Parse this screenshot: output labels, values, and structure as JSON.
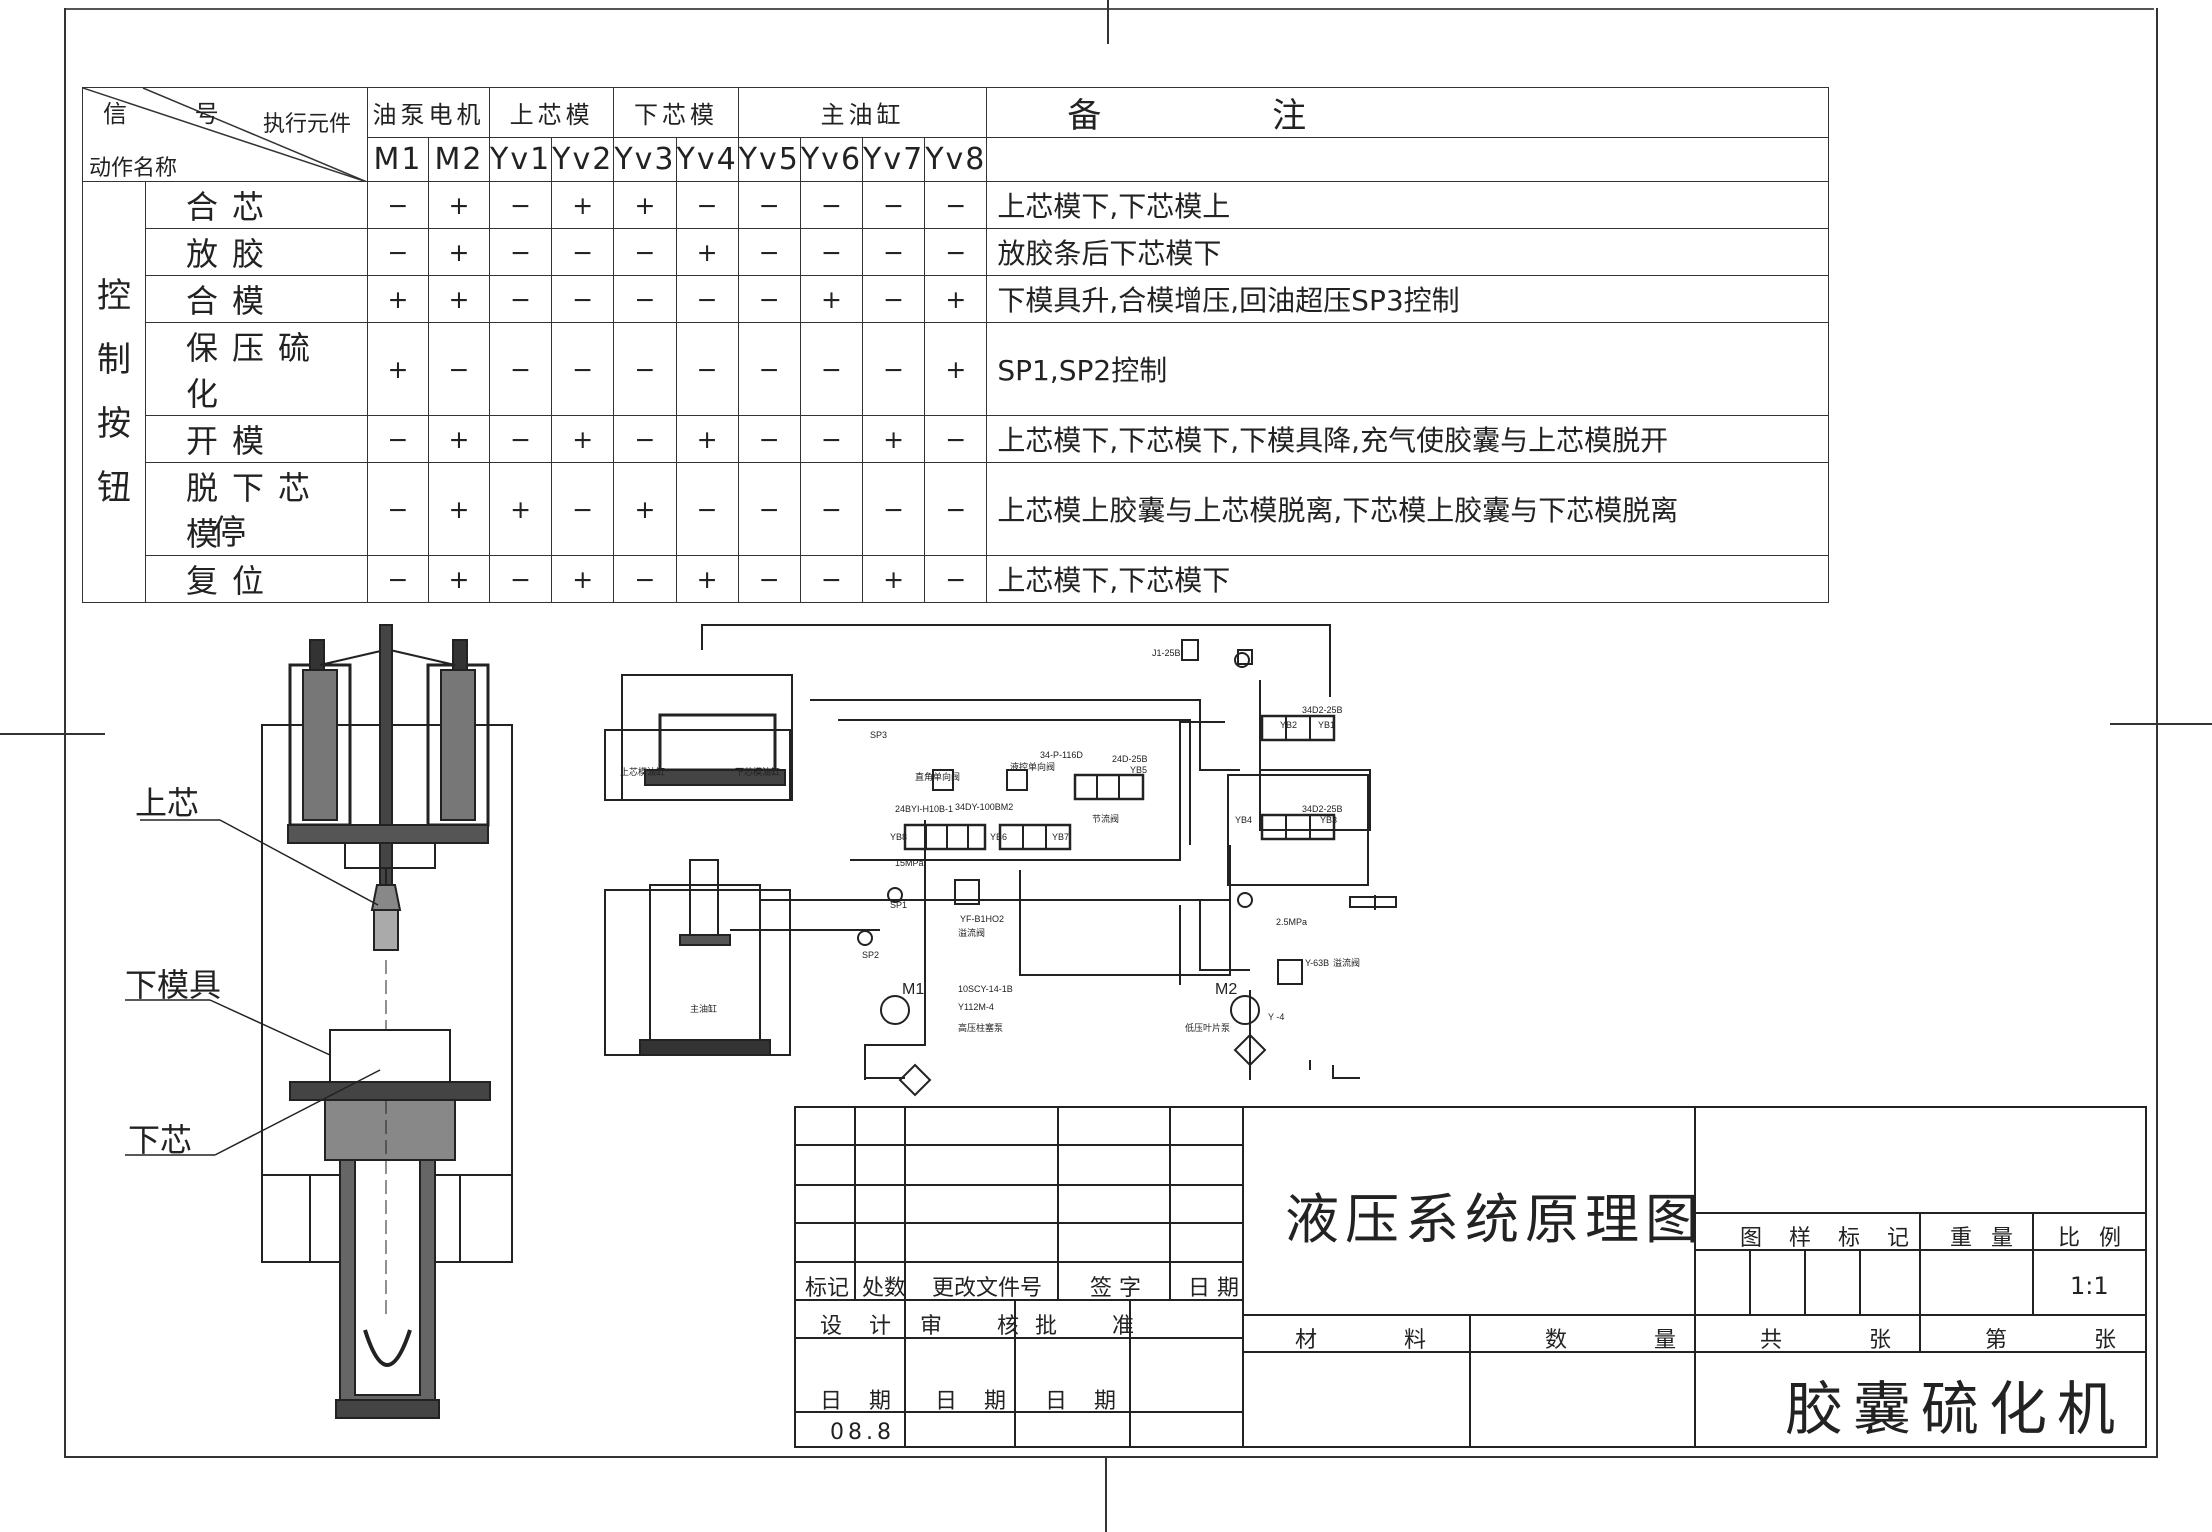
{
  "table": {
    "corner": {
      "signal": "信 号",
      "actuator": "执行元件",
      "action": "动作名称"
    },
    "groups": [
      "油泵电机",
      "上芯模",
      "下芯模",
      "主油缸"
    ],
    "remark_header": "备 注",
    "codes": [
      "M1",
      "M2",
      "Yv1",
      "Yv2",
      "Yv3",
      "Yv4",
      "Yv5",
      "Yv6",
      "Yv7",
      "Yv8"
    ],
    "control_group": "控制按钮",
    "rows": [
      {
        "name": "合芯",
        "cells": [
          "−",
          "+",
          "−",
          "+",
          "+",
          "−",
          "−",
          "−",
          "−",
          "−"
        ],
        "note": "上芯模下,下芯模上"
      },
      {
        "name": "放胶",
        "cells": [
          "−",
          "+",
          "−",
          "−",
          "−",
          "+",
          "−",
          "−",
          "−",
          "−"
        ],
        "note": "放胶条后下芯模下"
      },
      {
        "name": "合模",
        "cells": [
          "+",
          "+",
          "−",
          "−",
          "−",
          "−",
          "−",
          "+",
          "−",
          "+"
        ],
        "note": "下模具升,合模增压,回油超压SP3控制"
      },
      {
        "name": "保压硫化",
        "cells": [
          "+",
          "−",
          "−",
          "−",
          "−",
          "−",
          "−",
          "−",
          "−",
          "+"
        ],
        "note": "SP1,SP2控制"
      },
      {
        "name": "开模",
        "cells": [
          "−",
          "+",
          "−",
          "+",
          "−",
          "+",
          "−",
          "−",
          "+",
          "−"
        ],
        "note": "上芯模下,下芯模下,下模具降,充气使胶囊与上芯模脱开"
      },
      {
        "name": "脱下芯模",
        "cells": [
          "−",
          "+",
          "+",
          "−",
          "+",
          "−",
          "−",
          "−",
          "−",
          "−"
        ],
        "note": "上芯模上胶囊与上芯模脱离,下芯模上胶囊与下芯模脱离"
      },
      {
        "name": "复位",
        "cells": [
          "−",
          "+",
          "−",
          "+",
          "−",
          "+",
          "−",
          "−",
          "+",
          "−"
        ],
        "note": "上芯模下,下芯模下"
      }
    ],
    "stop": "停"
  },
  "machine_labels": {
    "upper_core": "上芯",
    "lower_mold": "下模具",
    "lower_core": "下芯"
  },
  "schematic_labels": {
    "j1": "J1-25B",
    "v1": "34D2-25B",
    "v2": "34D2-25B",
    "yb2": "YB2",
    "yb1": "YB1",
    "yb4": "YB4",
    "yb3": "YB3",
    "sp3": "SP3",
    "sp1": "SP1",
    "sp2": "SP2",
    "m1": "M1",
    "m2": "M2",
    "p15": "15MPa",
    "p25": "2.5MPa",
    "v3": "24D-25B",
    "yb5": "YB5",
    "v4": "34DY-100BM2",
    "yb6": "YB6",
    "yb7": "YB7",
    "yb8": "YB8",
    "v5": "24BYI-H10B-1",
    "v6": "34-P-116D",
    "relief": "YF-B1HO2",
    "pump1": "10SCY-14-1B",
    "motor1": "Y112M-4",
    "y63b": "Y-63B",
    "up_cyl": "上芯模油缸",
    "dn_cyl": "下芯模油缸",
    "main_cyl": "主油缸",
    "chk1": "直角单向阀",
    "chk2": "液控单向阀",
    "thr": "节流阀",
    "ovf1": "溢流阀",
    "ovf2": "溢流阀",
    "pump1_desc": "高压柱塞泵",
    "pump2_desc": "低压叶片泵",
    "y4": "Y  -4"
  },
  "title_block": {
    "drawing_title": "液压系统原理图",
    "product": "胶囊硫化机",
    "mark": "标记",
    "count": "处数",
    "change_doc": "更改文件号",
    "sign": "签 字",
    "date_h": "日 期",
    "design": "设 计",
    "review": "审 核",
    "approve": "批 准",
    "date1": "日 期",
    "date2": "日 期",
    "date3": "日 期",
    "date_val": "08.8",
    "sample_mark": "图 样 标 记",
    "weight": "重 量",
    "scale": "比 例",
    "scale_val": "1:1",
    "material": "材 料",
    "quantity": "数 量",
    "total": "共 张",
    "sheet": "第 张"
  }
}
